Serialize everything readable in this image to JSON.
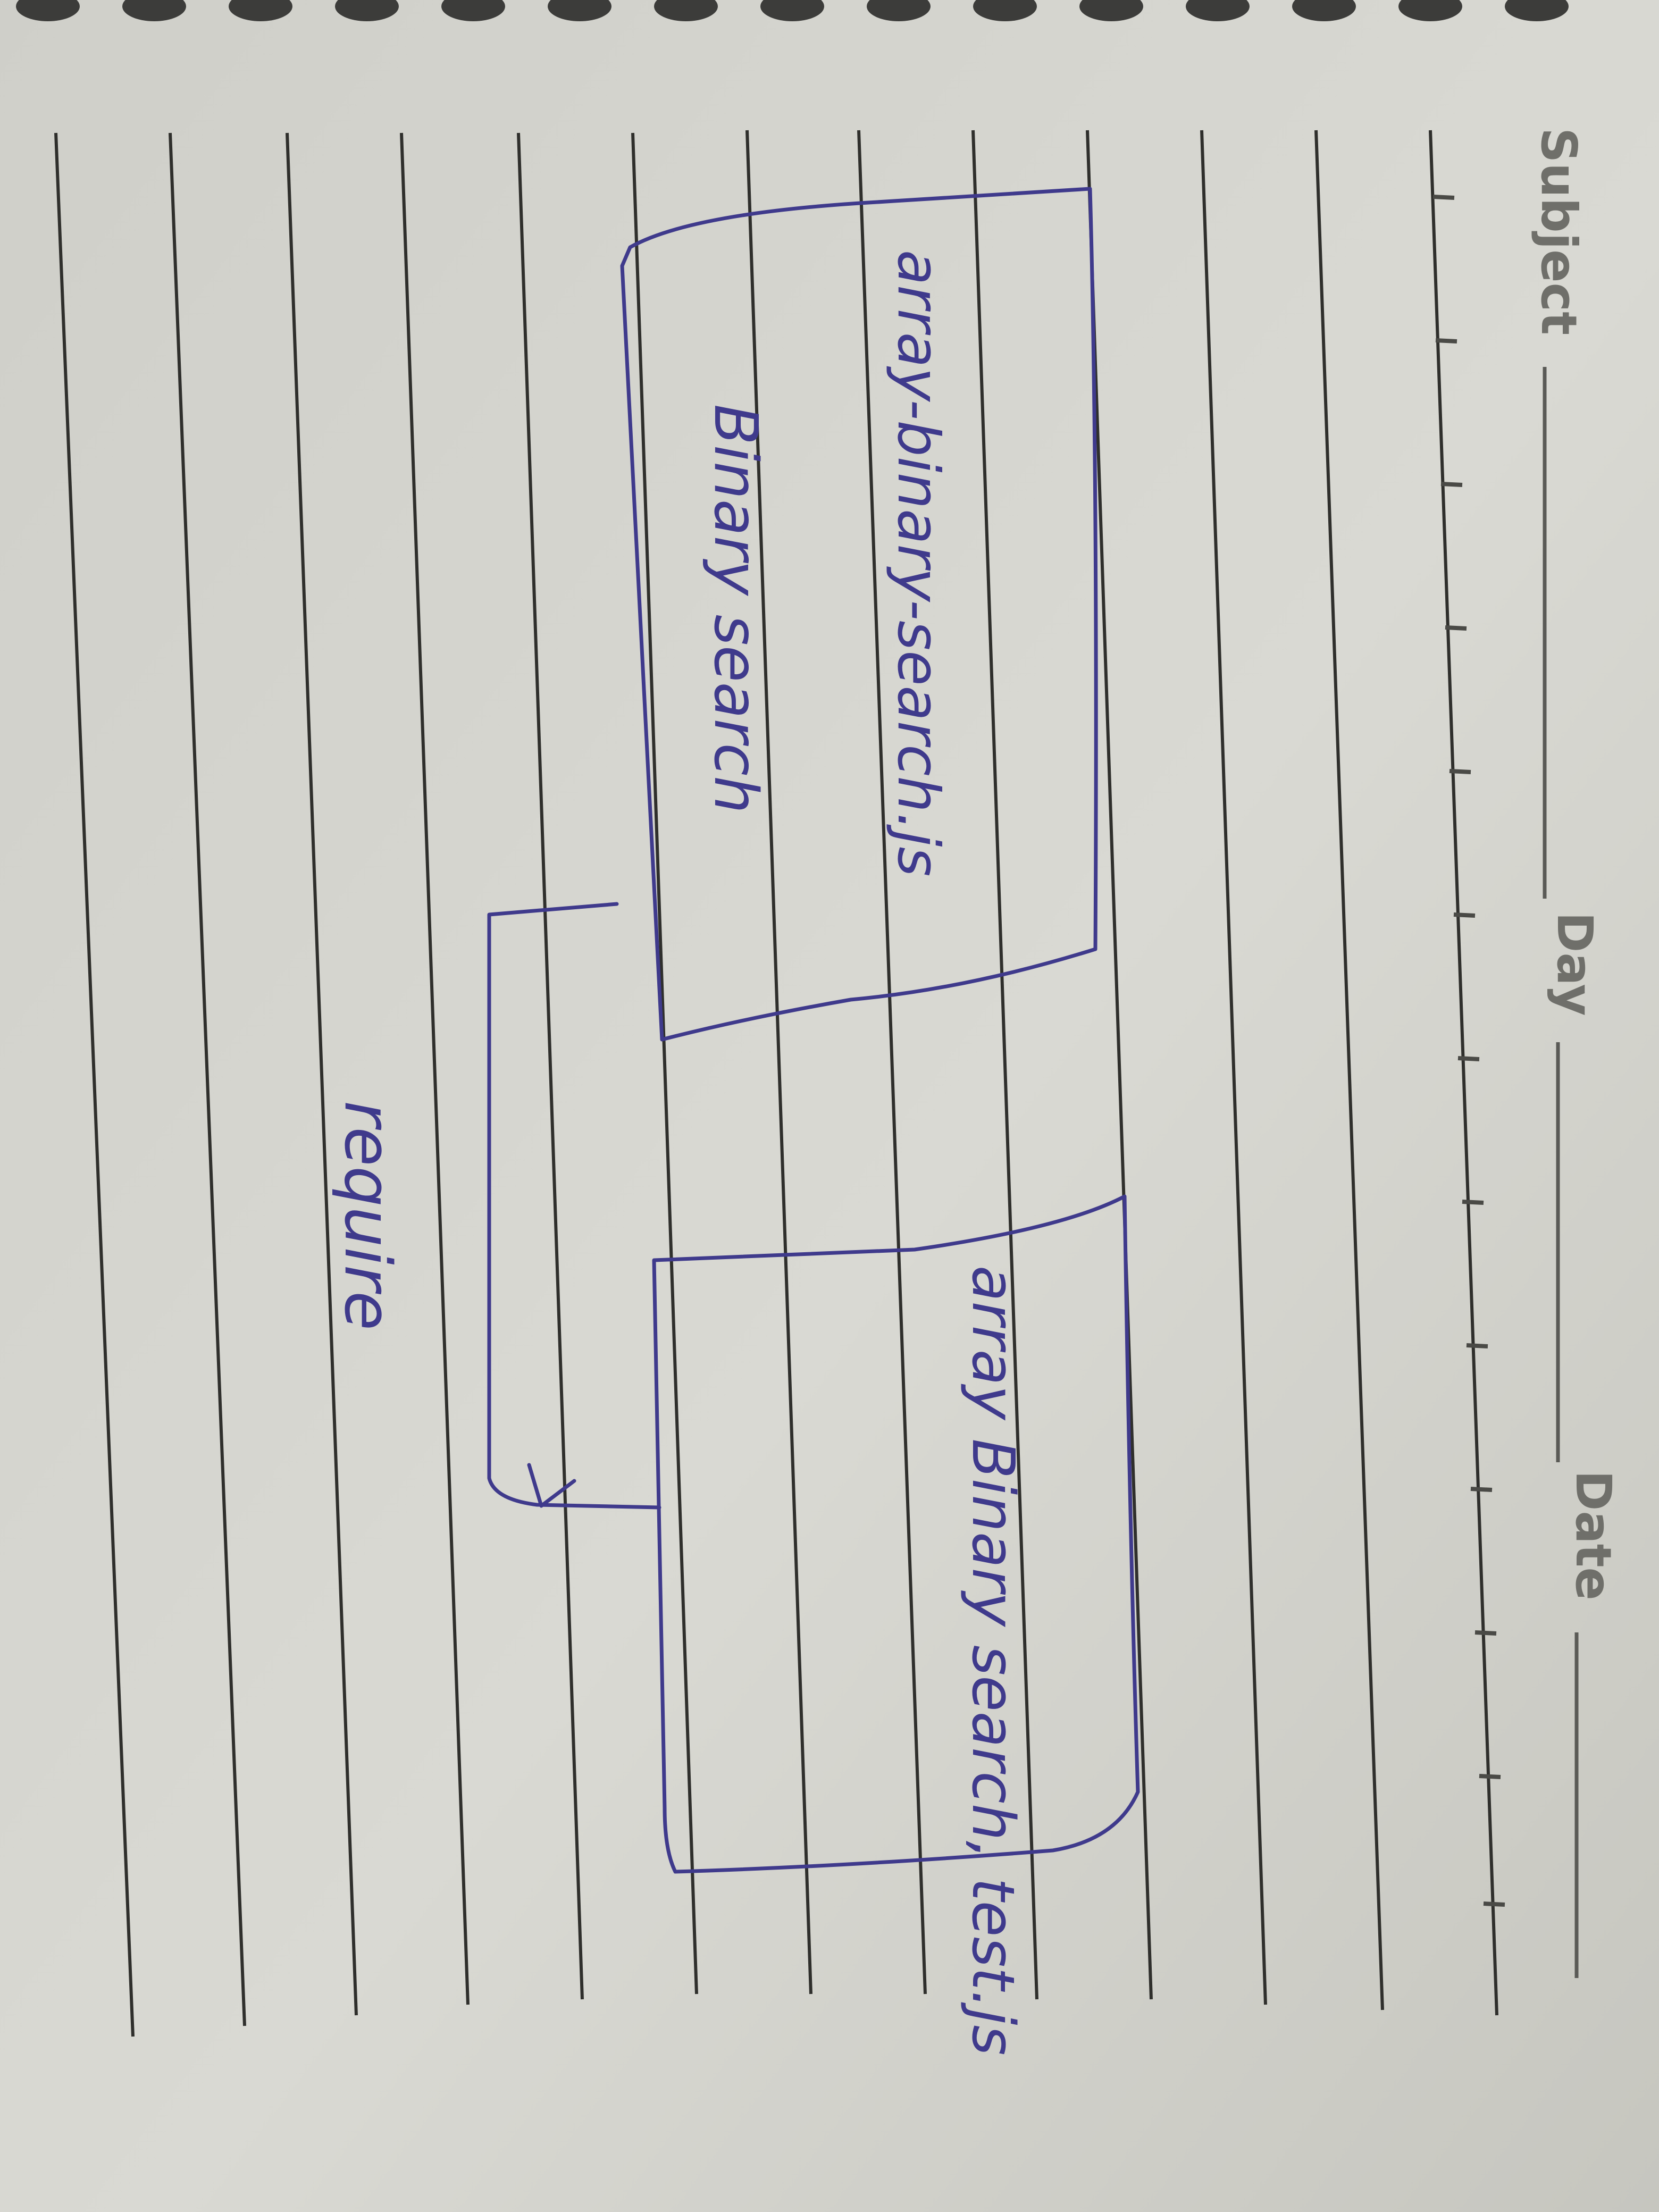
{
  "header": {
    "subject_label": "Subject",
    "day_label": "Day",
    "date_label": "Date"
  },
  "diagram": {
    "box_a": {
      "label_file": "array-binary-search.js",
      "label_title": "Binary search"
    },
    "box_b": {
      "label_file": "array Binary search, test.js"
    },
    "connector": {
      "label": "require",
      "direction": "box_a-to-box_b"
    }
  },
  "colors": {
    "ink": "#3f3a8c",
    "paper": "#d6d6d0",
    "ruling": "#2f2f2c",
    "header_text": "#6f6f6a"
  }
}
